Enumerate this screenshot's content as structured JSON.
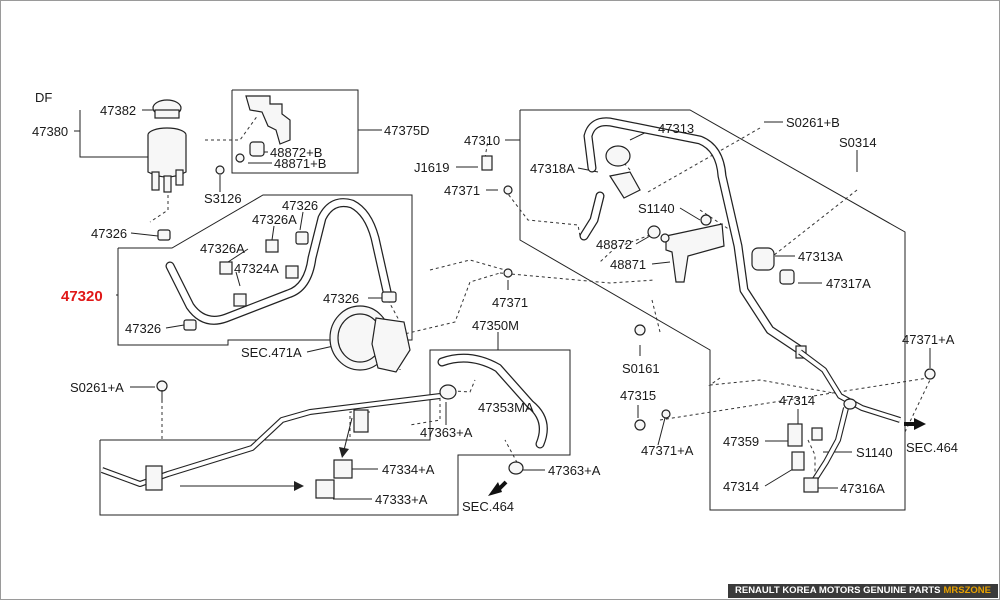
{
  "diagram": {
    "labels": [
      "DF",
      "47382",
      "47380",
      "47375D",
      "48872+B",
      "48871+B",
      "S3126",
      "47326",
      "47326",
      "47326A",
      "47326A",
      "47324A",
      "47320",
      "47326",
      "47326",
      "SEC.471A",
      "47371",
      "47350M",
      "S0261+A",
      "47353MA",
      "47363+A",
      "47334+A",
      "47333+A",
      "47363+A",
      "SEC.464",
      "47310",
      "J1619",
      "47371",
      "47318A",
      "47313",
      "S1140",
      "48872",
      "48871",
      "S0261+B",
      "S0314",
      "47313A",
      "47317A",
      "S0161",
      "47371+A",
      "47315",
      "47371+A",
      "47314",
      "47359",
      "47314",
      "S1140",
      "47316A",
      "SEC.464"
    ]
  },
  "footer": {
    "text": "RENAULT KOREA MOTORS GENUINE PARTS",
    "brand": "MRSZONE"
  },
  "colors": {
    "highlight": "#e01818",
    "brand_accent": "#e6a000"
  }
}
